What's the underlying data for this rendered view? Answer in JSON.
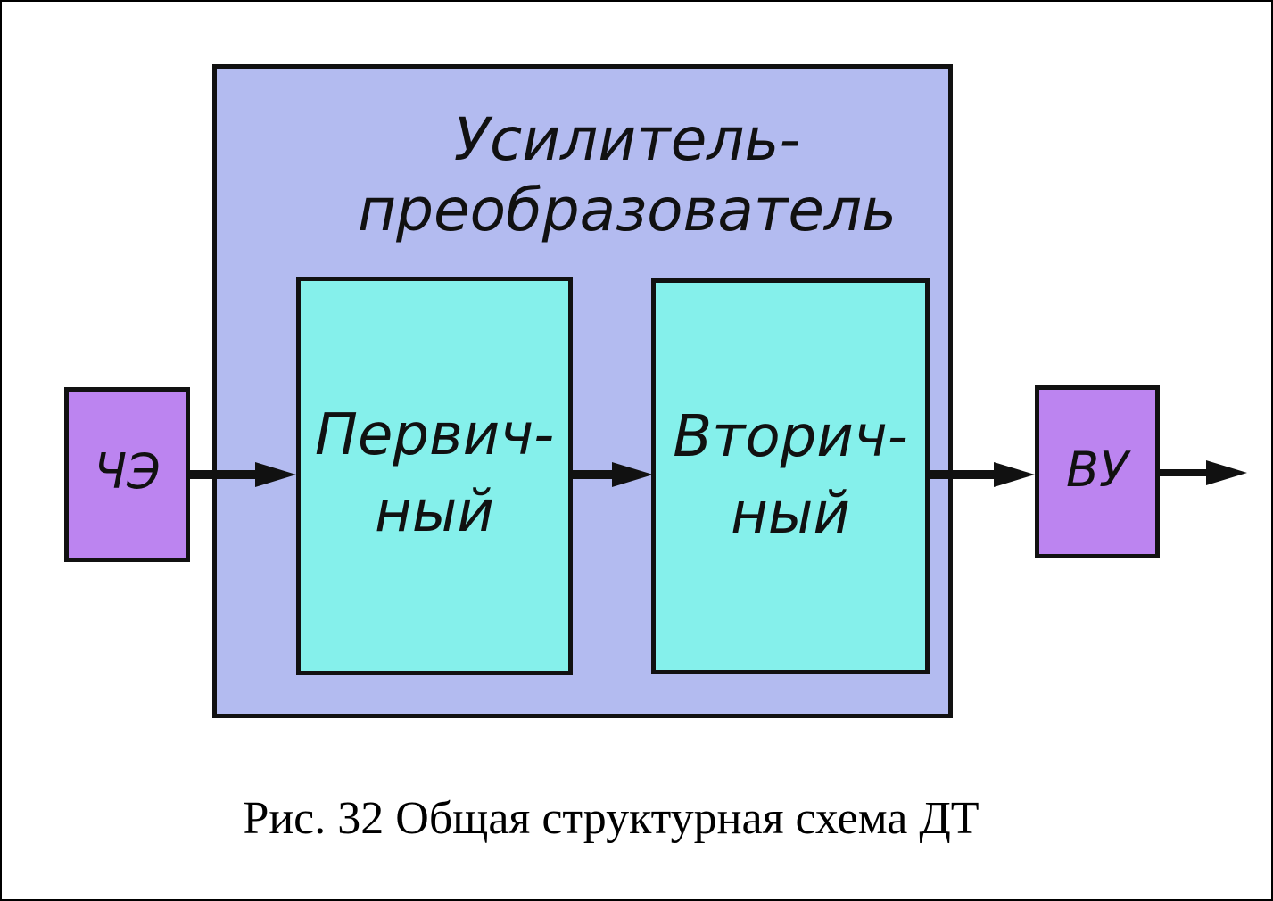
{
  "diagram": {
    "outer_block": {
      "title_line1": "Усилитель-",
      "title_line2": "преобразователь"
    },
    "primary_block": {
      "label_line1": "Первич-",
      "label_line2": "ный"
    },
    "secondary_block": {
      "label_line1": "Вторич-",
      "label_line2": "ный"
    },
    "sensor_block": {
      "label": "ЧЭ"
    },
    "output_block": {
      "label": "ВУ"
    },
    "caption": "Рис. 32 Общая структурная схема ДТ"
  },
  "colors": {
    "outer_fill": "#b3bbf0",
    "inner_fill": "#85f0eb",
    "end_fill": "#bc84f0",
    "stroke": "#111111"
  }
}
